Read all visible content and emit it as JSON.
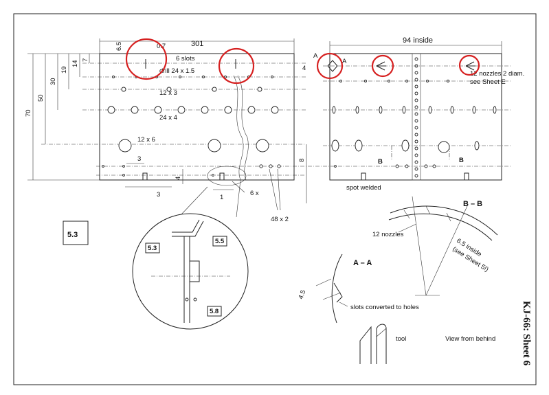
{
  "sheet": {
    "title": "KJ-66: Sheet 6",
    "section_number": "5.3"
  },
  "left_part": {
    "dim_length": "301",
    "dim_top_a": "6.5",
    "dim_top_b": "0.7",
    "dims_vertical": [
      "7",
      "14",
      "19",
      "30",
      "50",
      "70"
    ],
    "dim_4_mid": "4",
    "dim_3_left": "3",
    "dim_3_bottom": "3",
    "dim_1": "1",
    "dim_8": "8",
    "note_slots": "6 slots",
    "note_drill": "drill 24 x 1.5",
    "holes_row_1": "12 x 3",
    "holes_row_2": "24 x 4",
    "holes_row_3": "12 x 6",
    "note_6x": "6 x",
    "note_48x2": "48 x 2"
  },
  "right_part": {
    "dim_inside": "94 inside",
    "dim_4": "4",
    "section_a": "A",
    "section_b": "B",
    "note_nozzles": "12 nozzles 2 diam.",
    "note_sheet_e": "see Sheet E",
    "note_spot_welded": "spot welded"
  },
  "section_bb": {
    "title": "B – B",
    "label_nozzles": "12 nozzles",
    "label_inside": "6.5 inside",
    "label_ref": "(see Sheet 5!)"
  },
  "section_aa": {
    "title": "A – A",
    "dim": "4.5",
    "label_slots": "slots converted to holes",
    "label_tool": "tool",
    "label_view": "View from behind"
  },
  "detail": {
    "tags": [
      "5.3",
      "5.5",
      "5.8"
    ]
  },
  "colors": {
    "highlight": "#d62020",
    "ink": "#222222"
  }
}
